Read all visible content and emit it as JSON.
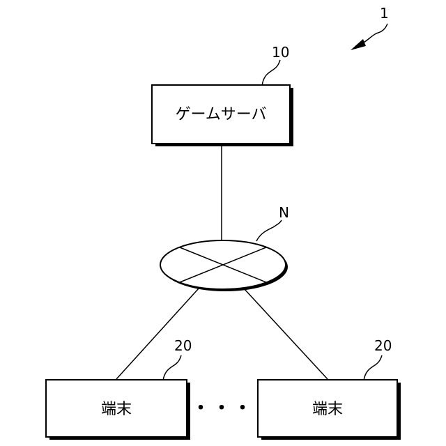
{
  "system_ref": "1",
  "server": {
    "label": "ゲームサーバ",
    "ref": "10"
  },
  "network": {
    "ref": "N"
  },
  "terminals": [
    {
      "label": "端末",
      "ref": "20"
    },
    {
      "label": "端末",
      "ref": "20"
    }
  ],
  "ellipsis": "・・・"
}
